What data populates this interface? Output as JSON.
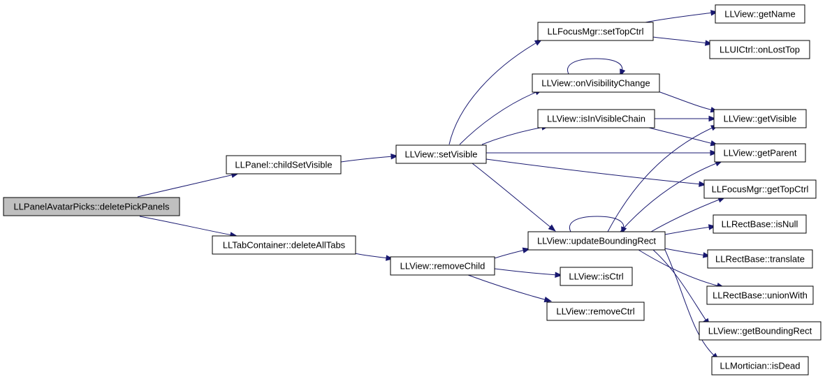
{
  "colors": {
    "edge": "#191970",
    "root_fill": "#bfbfbf",
    "node_fill": "#ffffff",
    "node_border": "#000000"
  },
  "nodes": {
    "n1": "LLPanelAvatarPicks::deletePickPanels",
    "n2": "LLPanel::childSetVisible",
    "n3": "LLTabContainer::deleteAllTabs",
    "n4": "LLView::setVisible",
    "n5": "LLView::removeChild",
    "n6": "LLFocusMgr::setTopCtrl",
    "n7": "LLView::onVisibilityChange",
    "n8": "LLView::isInVisibleChain",
    "n9": "LLView::updateBoundingRect",
    "n10": "LLView::isCtrl",
    "n11": "LLView::removeCtrl",
    "n12": "LLView::getName",
    "n13": "LLUICtrl::onLostTop",
    "n14": "LLView::getVisible",
    "n15": "LLView::getParent",
    "n16": "LLFocusMgr::getTopCtrl",
    "n17": "LLRectBase::isNull",
    "n18": "LLRectBase::translate",
    "n19": "LLRectBase::unionWith",
    "n20": "LLView::getBoundingRect",
    "n21": "LLMortician::isDead"
  }
}
